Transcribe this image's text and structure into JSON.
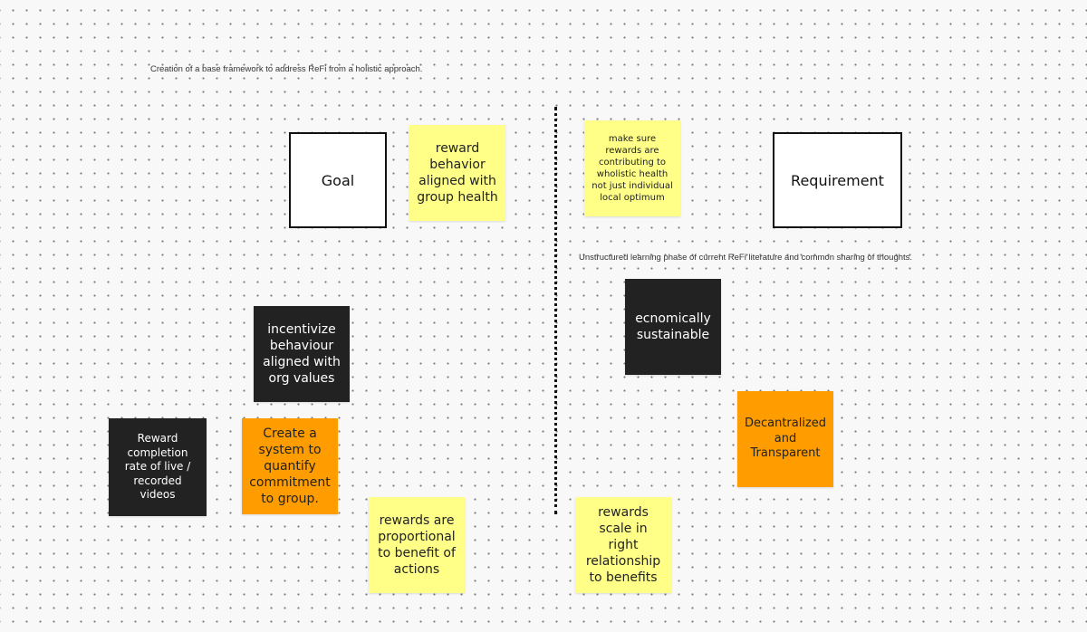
{
  "captions": {
    "top": "Creation of a base framework to address ReFi from a holistic approach.",
    "right": "Unstructured learning phase of current ReFi literature and common sharing of thoughts."
  },
  "frames": {
    "goal": "Goal",
    "requirement": "Requirement"
  },
  "stickies": {
    "reward_behavior": "reward behavior aligned with group health",
    "make_sure_rewards": "make sure rewards are contributing to wholistic health not just individual local optimum",
    "incentivize": "incentivize behaviour aligned with org values",
    "economically": "ecnomically sustainable",
    "decentralized": "Decantralized and Transparent",
    "reward_completion": "Reward completion rate of live / recorded videos",
    "create_system": "Create a system to quantify commitment to group.",
    "rewards_proportional": "rewards are proportional to benefit of actions",
    "rewards_scale": "rewards scale in right relationship to benefits"
  },
  "colors": {
    "yellow": "#ffff88",
    "black": "#222222",
    "orange": "#ff9d00",
    "canvas": "#f8f8f8"
  }
}
